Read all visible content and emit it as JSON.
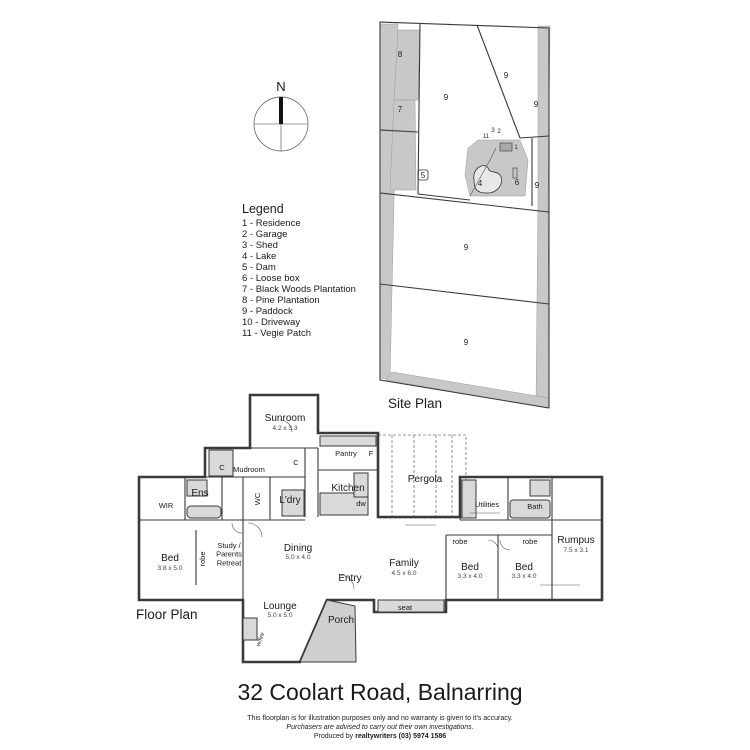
{
  "compass": {
    "north_label": "N"
  },
  "legend": {
    "title": "Legend",
    "items": [
      "1 - Residence",
      "2 - Garage",
      "3 - Shed",
      "4 - Lake",
      "5 - Dam",
      "6 - Loose box",
      "7 - Black Woods Plantation",
      "8 - Pine Plantation",
      "9 - Paddock",
      "10 - Driveway",
      "11 - Vegie Patch"
    ]
  },
  "site_plan": {
    "title": "Site Plan",
    "zone_numbers": [
      "8",
      "9",
      "9",
      "7",
      "9",
      "5",
      "4",
      "6",
      "9",
      "9",
      "9",
      "11",
      "3",
      "2",
      "1"
    ]
  },
  "floor_plan": {
    "title": "Floor  Plan",
    "rooms": {
      "sunroom": {
        "name": "Sunroom",
        "dims": "4.2 x 3.3"
      },
      "mudroom": {
        "name": "Mudroom"
      },
      "pantry": {
        "name": "Pantry"
      },
      "kitchen": {
        "name": "Kitchen"
      },
      "pergola": {
        "name": "Pergola"
      },
      "ens": {
        "name": "Ens"
      },
      "ldry": {
        "name": "L'dry"
      },
      "wc": {
        "name": "WC"
      },
      "wir": {
        "name": "WIR"
      },
      "utilities": {
        "name": "Utilities"
      },
      "bath": {
        "name": "Bath"
      },
      "rumpus": {
        "name": "Rumpus",
        "dims": "7.5 x 3.1"
      },
      "bed_main": {
        "name": "Bed",
        "dims": "3.8 x 5.0"
      },
      "study": {
        "name": "Study /\nParents\nRetreat"
      },
      "dining": {
        "name": "Dining",
        "dims": "5.0 x 4.0"
      },
      "family": {
        "name": "Family",
        "dims": "4.5 x 6.0"
      },
      "bed2": {
        "name": "Bed",
        "dims": "3.3 x 4.0"
      },
      "bed3": {
        "name": "Bed",
        "dims": "3.3 x 4.0"
      },
      "entry": {
        "name": "Entry"
      },
      "lounge": {
        "name": "Lounge",
        "dims": "5.0 x 5.0"
      },
      "porch": {
        "name": "Porch"
      }
    },
    "fixtures": {
      "c1": "C",
      "f": "F",
      "c2": "C",
      "dw": "dw",
      "robe_main": "robe",
      "robe_bed2": "robe",
      "robe_bed3": "robe",
      "seat": "seat",
      "wfire": "w/fire"
    }
  },
  "footer": {
    "address": "32 Coolart Road, Balnarring",
    "disclaimer_1": "This floorplan is for illustration purposes only and no warranty is given to it's accuracy.",
    "disclaimer_2": "Purchasers are advised to carry out their own investigations.",
    "produced_by_prefix": "Produced by ",
    "produced_by_brand": "realtywriters (03) 5974 1586"
  }
}
